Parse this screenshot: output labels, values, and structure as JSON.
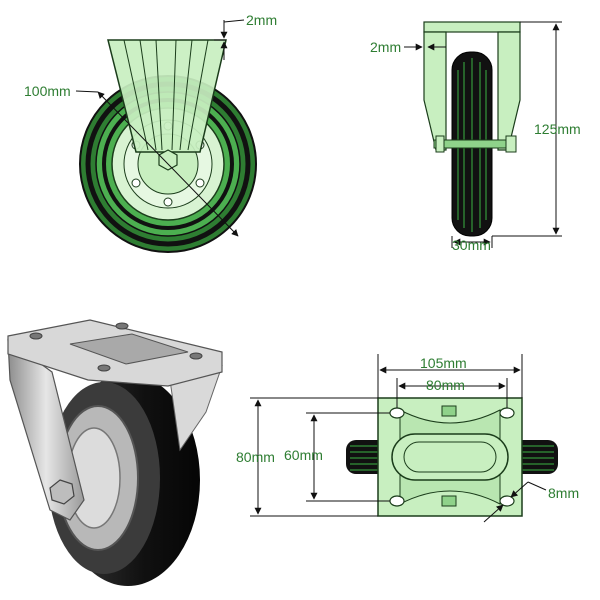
{
  "colors": {
    "line_green": "#2e7d32",
    "light_green": "#c8efc0",
    "mid_green": "#8fd28a",
    "tire_dark": "#1a1a1a"
  },
  "front_view": {
    "label_thickness": "2mm",
    "label_diameter": "100mm"
  },
  "side_view": {
    "label_thickness": "2mm",
    "label_height": "125mm",
    "label_width": "30mm"
  },
  "top_view": {
    "label_plate_width": "105mm",
    "label_hole_spacing_x": "80mm",
    "label_plate_depth": "80mm",
    "label_hole_spacing_y": "60mm",
    "label_hole_diameter": "8mm"
  }
}
